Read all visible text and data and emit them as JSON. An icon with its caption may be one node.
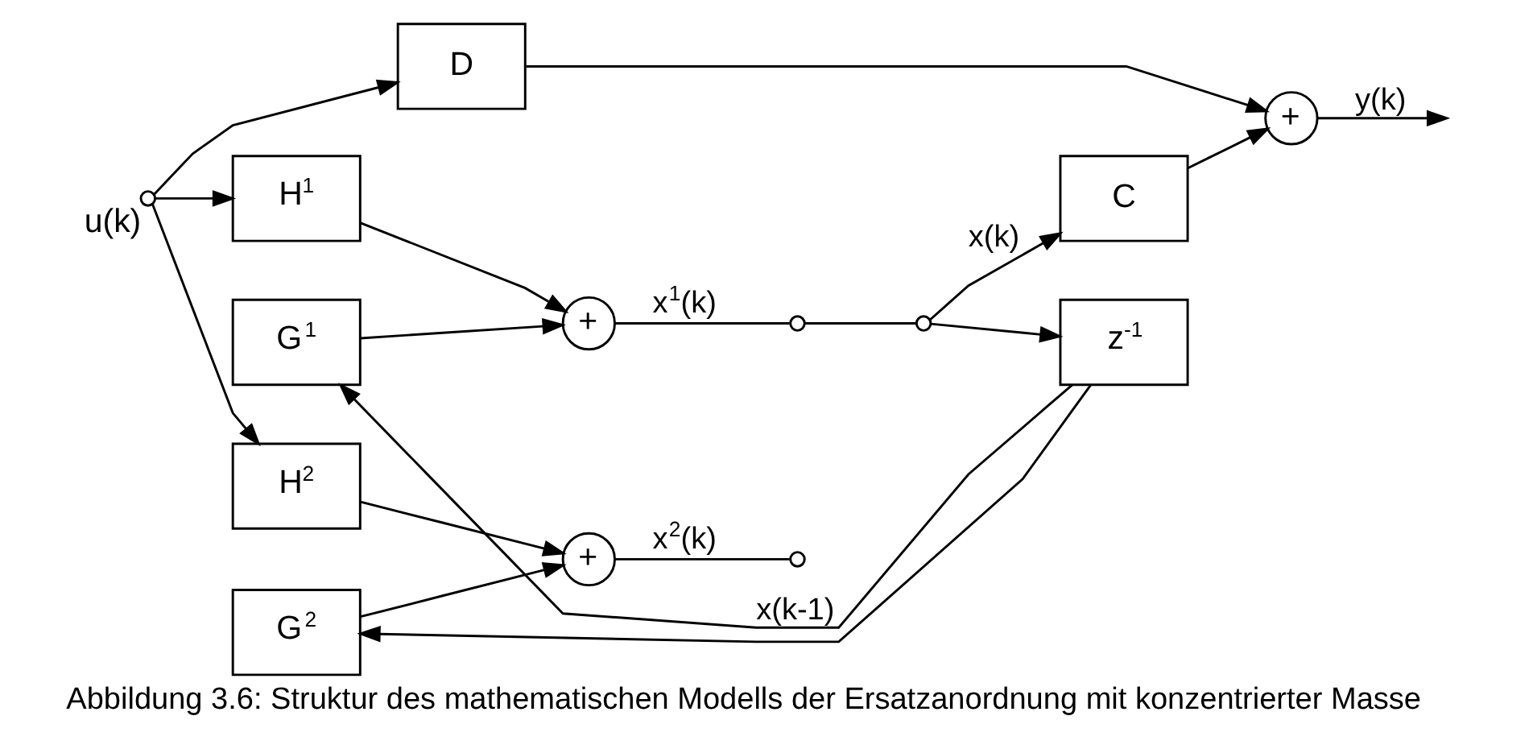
{
  "diagram": {
    "caption": "Abbildung 3.6: Struktur des mathematischen Modells der Ersatzanordnung mit konzentrierter Masse",
    "nodes": [
      {
        "text": [],
        "shape": "circle",
        "beside": [
          "u(k)"
        ]
      },
      {
        "text": [
          "H$^{1}$"
        ]
      },
      {
        "text": [
          "G$^{1}$"
        ]
      },
      {
        "text": [
          "+"
        ]
      },
      {
        "text": [],
        "shape": "circle"
      },
      {
        "text": [
          "D"
        ]
      },
      {
        "text": [
          "H$^{2}$"
        ]
      },
      {
        "text": [],
        "shape": "circle"
      },
      {
        "text": [
          "C"
        ]
      },
      {
        "text": [
          "+"
        ]
      },
      {
        "text": [
          "G$^{2}$"
        ]
      },
      {
        "text": [
          "+"
        ]
      },
      {
        "text": [],
        "shape": "circle"
      },
      {
        "text": [
          "z$^{-1}$"
        ]
      }
    ],
    "edges": [
      {
        "from": 0,
        "to": 5,
        "arrow": "to"
      },
      {
        "from": 0,
        "to": 1,
        "arrow": "to"
      },
      {
        "from": 0,
        "to": 6,
        "arrow": "to"
      },
      {
        "from": 1,
        "to": 3,
        "arrow": "to"
      },
      {
        "from": 2,
        "to": 3,
        "arrow": "to"
      },
      {
        "from": 3,
        "to": 4,
        "arrow": "none",
        "label": "x$^{1}$(k)"
      },
      {
        "from": 6,
        "to": 11,
        "arrow": "to"
      },
      {
        "from": 10,
        "to": 11,
        "arrow": "to"
      },
      {
        "from": 11,
        "to": 12,
        "arrow": "none",
        "label": "x$^{2}$(k)"
      },
      {
        "from": 4,
        "to": 7,
        "arrow": "none"
      },
      {
        "from": 7,
        "to": 8,
        "arrow": "to",
        "label": "x(k)"
      },
      {
        "from": 7,
        "to": 13,
        "arrow": "to"
      },
      {
        "from": 13,
        "to": 2,
        "arrow": "to",
        "label": "x(k-1)"
      },
      {
        "from": 13,
        "to": 10,
        "arrow": "to"
      },
      {
        "from": 5,
        "to": 9,
        "arrow": "to"
      },
      {
        "from": 8,
        "to": 9,
        "arrow": "to"
      },
      {
        "from": 9,
        "to": null,
        "arrow": "to",
        "label": "y(k)"
      }
    ]
  }
}
